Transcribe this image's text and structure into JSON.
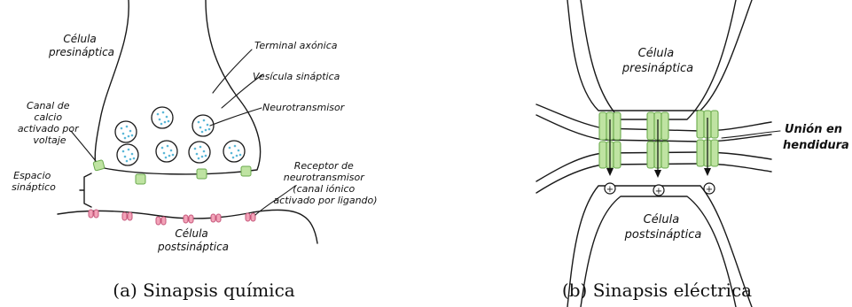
{
  "panel_a": {
    "labels": {
      "cell_pre_1": "Célula",
      "cell_pre_2": "presináptica",
      "terminal": "Terminal axónica",
      "vesicle": "Vesícula sináptica",
      "neurotransmitter": "Neurotransmisor",
      "calcium_1": "Canal de",
      "calcium_2": "calcio",
      "calcium_3": "activado por",
      "calcium_4": "voltaje",
      "space_1": "Espacio",
      "space_2": "sináptico",
      "receptor_1": "Receptor de",
      "receptor_2": "neurotransmisor",
      "receptor_3": "(canal iónico",
      "receptor_4": "activado por ligando)",
      "cell_post_1": "Célula",
      "cell_post_2": "postsináptica"
    },
    "caption": "(a) Sinapsis química"
  },
  "panel_b": {
    "labels": {
      "cell_pre_1": "Célula",
      "cell_pre_2": "presináptica",
      "junction_1": "Unión en",
      "junction_2": "hendidura",
      "cell_post_1": "Célula",
      "cell_post_2": "postsináptica",
      "ion_symbol": "+"
    },
    "caption": "(b) Sinapsis eléctrica"
  },
  "colors": {
    "vesicle_dots": "#5bb8d8",
    "calcium_channel": "#bfe3a2",
    "receptor": "#f2a3b8",
    "gap_junction": "#bfe3a2"
  }
}
